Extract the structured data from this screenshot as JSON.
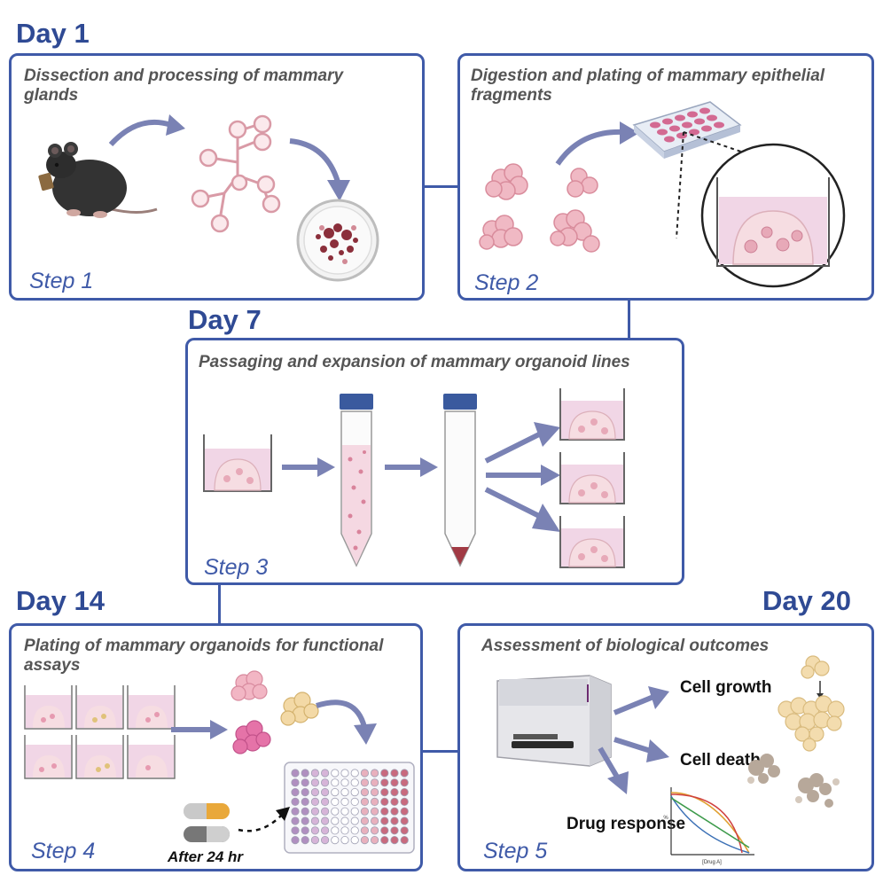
{
  "days": {
    "day1": "Day 1",
    "day7": "Day 7",
    "day14": "Day 14",
    "day20": "Day 20"
  },
  "steps": [
    {
      "title": "Dissection and processing of mammary glands",
      "label": "Step 1"
    },
    {
      "title": "Digestion and plating of mammary epithelial fragments",
      "label": "Step 2"
    },
    {
      "title": "Passaging and expansion of mammary organoid lines",
      "label": "Step 3"
    },
    {
      "title": "Plating of mammary organoids for functional assays",
      "label": "Step 4"
    },
    {
      "title": "Assessment of biological outcomes",
      "label": "Step 5"
    }
  ],
  "step4": {
    "after_label": "After 24 hr"
  },
  "step5": {
    "outcomes": [
      "Cell growth",
      "Cell death",
      "Drug response"
    ],
    "chart_axis_x": "[Drug A]",
    "chart_axis_y": "%"
  },
  "colors": {
    "accent": "#3f5aa8",
    "arrow": "#7a82b4",
    "cell_pink": "#e9a3b3",
    "media_pink": "#f1d6e6"
  }
}
